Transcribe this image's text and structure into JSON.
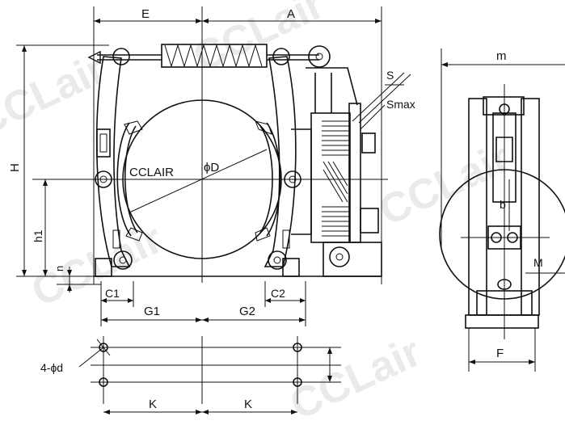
{
  "labels": {
    "E": "E",
    "A": "A",
    "m": "m",
    "S": "S",
    "Smax": "Smax",
    "H": "H",
    "h1": "h1",
    "n": "n",
    "phiD": "ϕD",
    "brand": "CCLAIR",
    "b": "b",
    "M": "M",
    "C1": "C1",
    "C2": "C2",
    "G1": "G1",
    "G2": "G2",
    "F": "F",
    "holes": "4-ϕd",
    "K_left": "K",
    "K_right": "K"
  },
  "watermarks": [
    "CCLair",
    "CCLair",
    "CCLair",
    "CCLair",
    "CCLair"
  ],
  "colors": {
    "line": "#111111",
    "watermark": "#d9d9d9",
    "background": "#ffffff"
  }
}
